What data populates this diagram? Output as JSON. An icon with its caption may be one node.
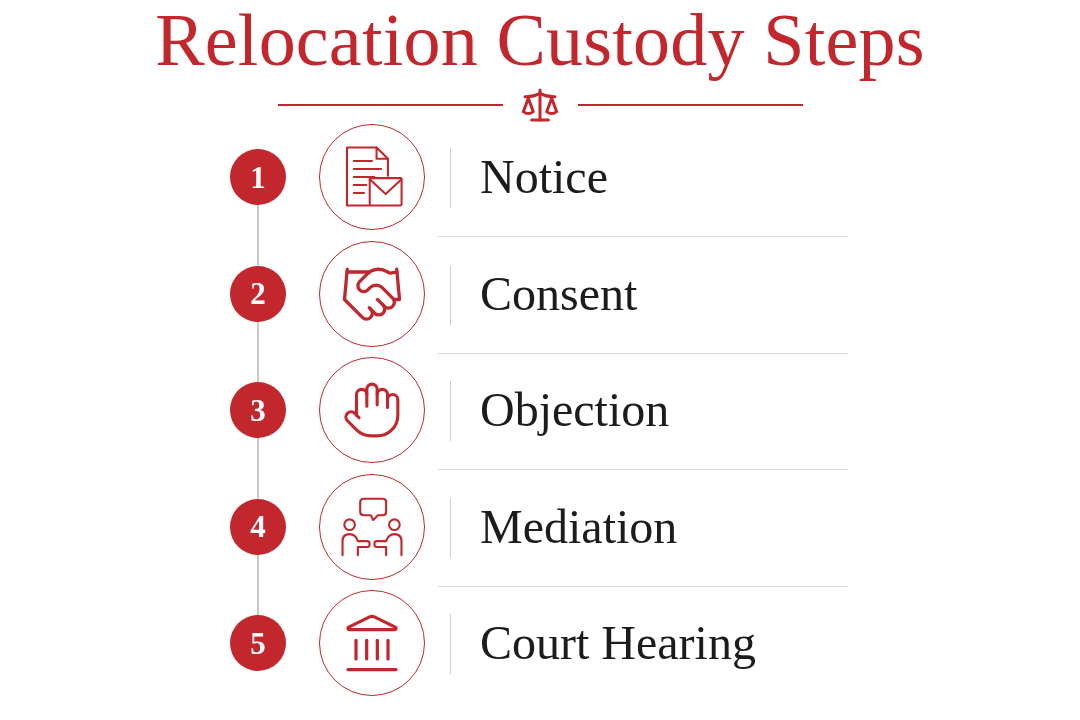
{
  "diagram": {
    "title": "Relocation Custody Steps",
    "nodes": [
      {
        "text": [
          "1"
        ]
      },
      {
        "text": [
          "2"
        ]
      },
      {
        "text": [
          "3"
        ]
      },
      {
        "text": [
          "4"
        ]
      },
      {
        "text": [
          "5"
        ]
      }
    ],
    "edges": [
      {
        "from": 0,
        "to": 1,
        "arrow": "none"
      },
      {
        "from": 1,
        "to": 2,
        "arrow": "none"
      },
      {
        "from": 2,
        "to": 3,
        "arrow": "none"
      },
      {
        "from": 3,
        "to": 4,
        "arrow": "none"
      }
    ],
    "labels": [
      "Notice",
      "Consent",
      "Objection",
      "Mediation",
      "Court Hearing"
    ]
  }
}
